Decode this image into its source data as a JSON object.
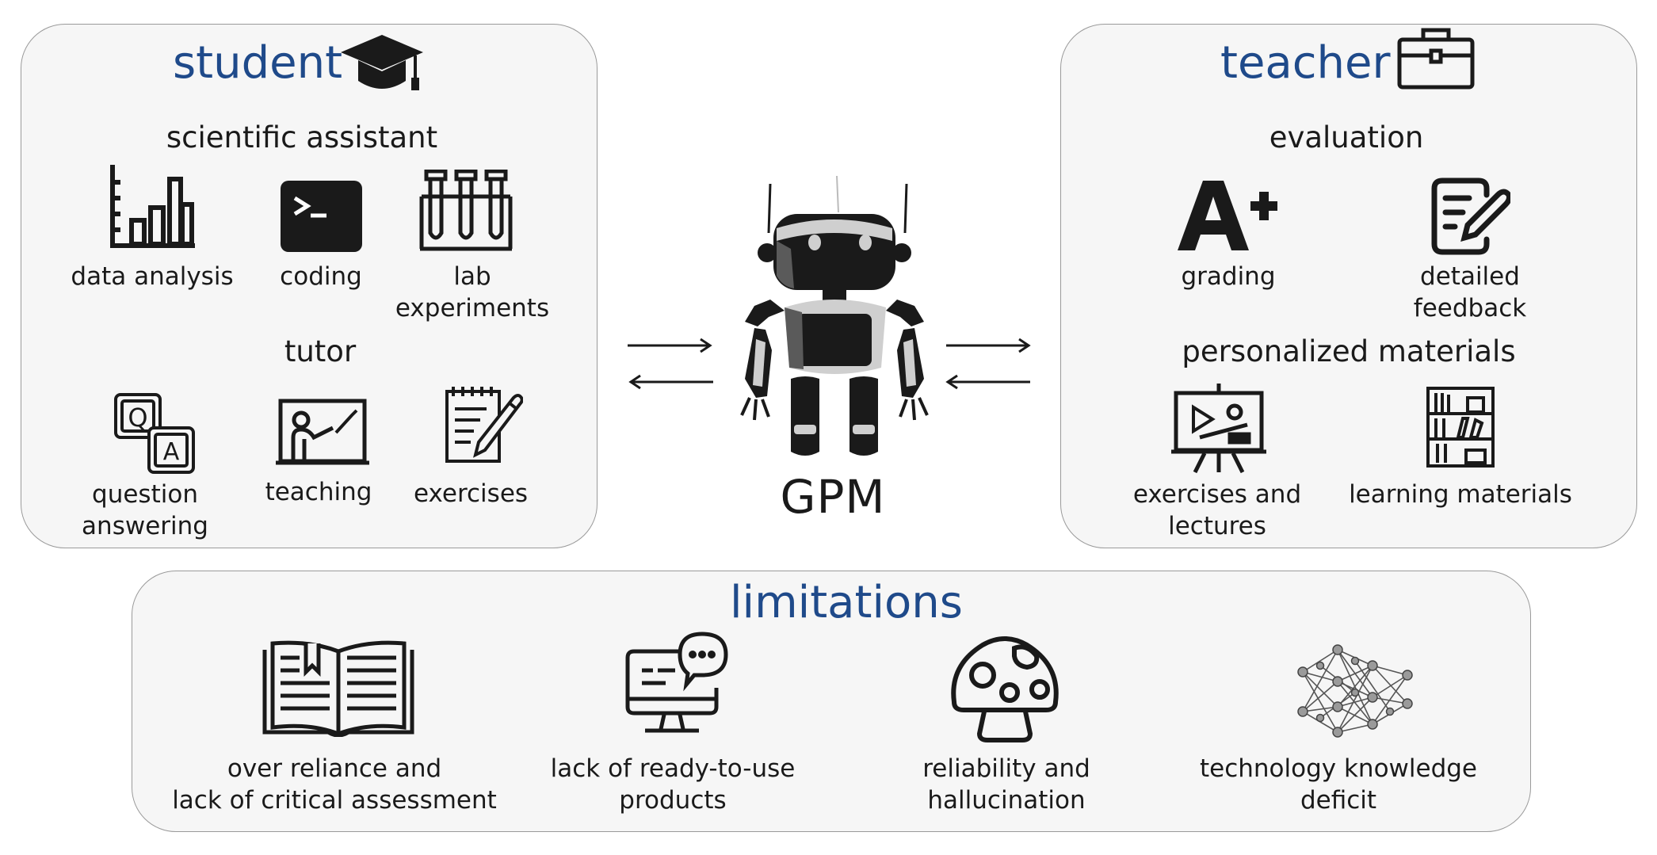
{
  "student": {
    "title": "student",
    "scientific_assistant": {
      "heading": "scientific assistant",
      "items": [
        {
          "label": "data analysis",
          "icon": "bar-chart-icon"
        },
        {
          "label": "coding",
          "icon": "terminal-icon"
        },
        {
          "label": "lab\nexperiments",
          "icon": "test-tubes-icon"
        }
      ]
    },
    "tutor": {
      "heading": "tutor",
      "items": [
        {
          "label": "question\nanswering",
          "icon": "q-and-a-icon"
        },
        {
          "label": "teaching",
          "icon": "teacher-board-icon"
        },
        {
          "label": "exercises",
          "icon": "notepad-pen-icon"
        }
      ]
    }
  },
  "center": {
    "label": "GPM",
    "icon": "robot-icon"
  },
  "teacher": {
    "title": "teacher",
    "evaluation": {
      "heading": "evaluation",
      "items": [
        {
          "label": "grading",
          "icon": "a-plus-icon"
        },
        {
          "label": "detailed\nfeedback",
          "icon": "edit-note-icon"
        }
      ]
    },
    "personalized_materials": {
      "heading": "personalized materials",
      "items": [
        {
          "label": "exercises and\nlectures",
          "icon": "presentation-board-icon"
        },
        {
          "label": "learning materials",
          "icon": "bookshelf-icon"
        }
      ]
    }
  },
  "limitations": {
    "title": "limitations",
    "items": [
      {
        "label": "over reliance and\nlack of critical assessment",
        "icon": "open-book-icon"
      },
      {
        "label": "lack of ready-to-use\nproducts",
        "icon": "monitor-chat-icon"
      },
      {
        "label": "reliability and\nhallucination",
        "icon": "mushroom-icon"
      },
      {
        "label": "technology knowledge\ndeficit",
        "icon": "neural-network-icon"
      }
    ]
  },
  "colors": {
    "title": "#1f4a8a",
    "panel_fill": "#f6f6f6",
    "panel_border": "#9a9a9a",
    "icon": "#1a1a1a"
  }
}
